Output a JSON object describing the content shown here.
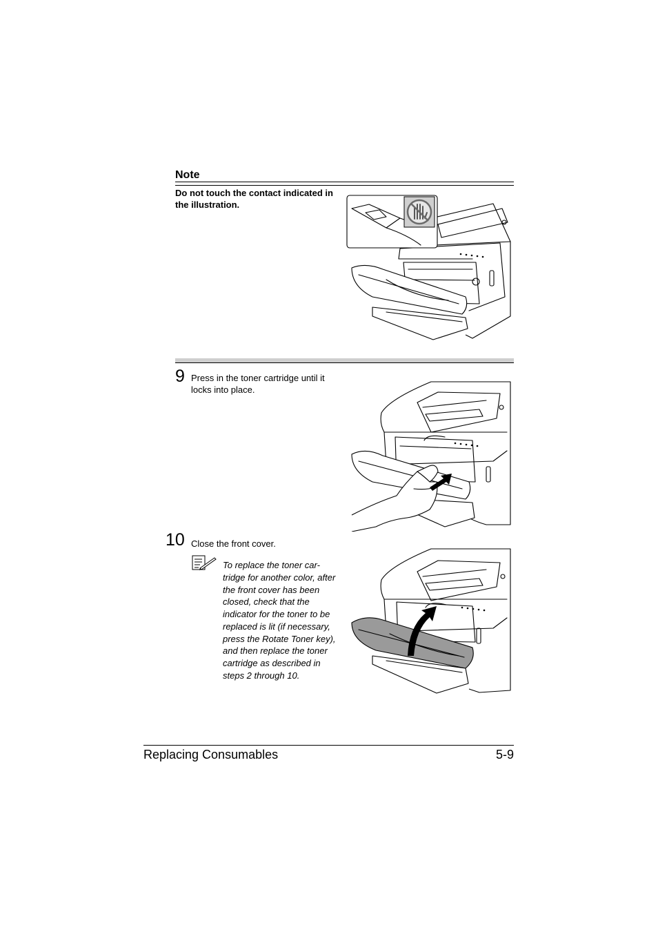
{
  "note": {
    "heading": "Note",
    "text": "Do not touch the contact indicated in the illustration."
  },
  "steps": [
    {
      "number": "9",
      "text": "Press in the toner cartridge until it locks into place."
    },
    {
      "number": "10",
      "text": "Close the front cover."
    }
  ],
  "memo": {
    "icon": "memo-pen-icon",
    "text": "To replace the toner car-tridge for another color, after the front cover has been closed, check that the indicator for the toner to be replaced is lit (if necessary, press the Rotate Toner key), and then replace the toner cartridge as described in steps 2 through 10."
  },
  "footer": {
    "section": "Replacing Consumables",
    "page": "5-9"
  },
  "colors": {
    "rule": "#000000",
    "step_bar": "#cfcfcf",
    "cover_highlight": "#9a9a9a"
  }
}
